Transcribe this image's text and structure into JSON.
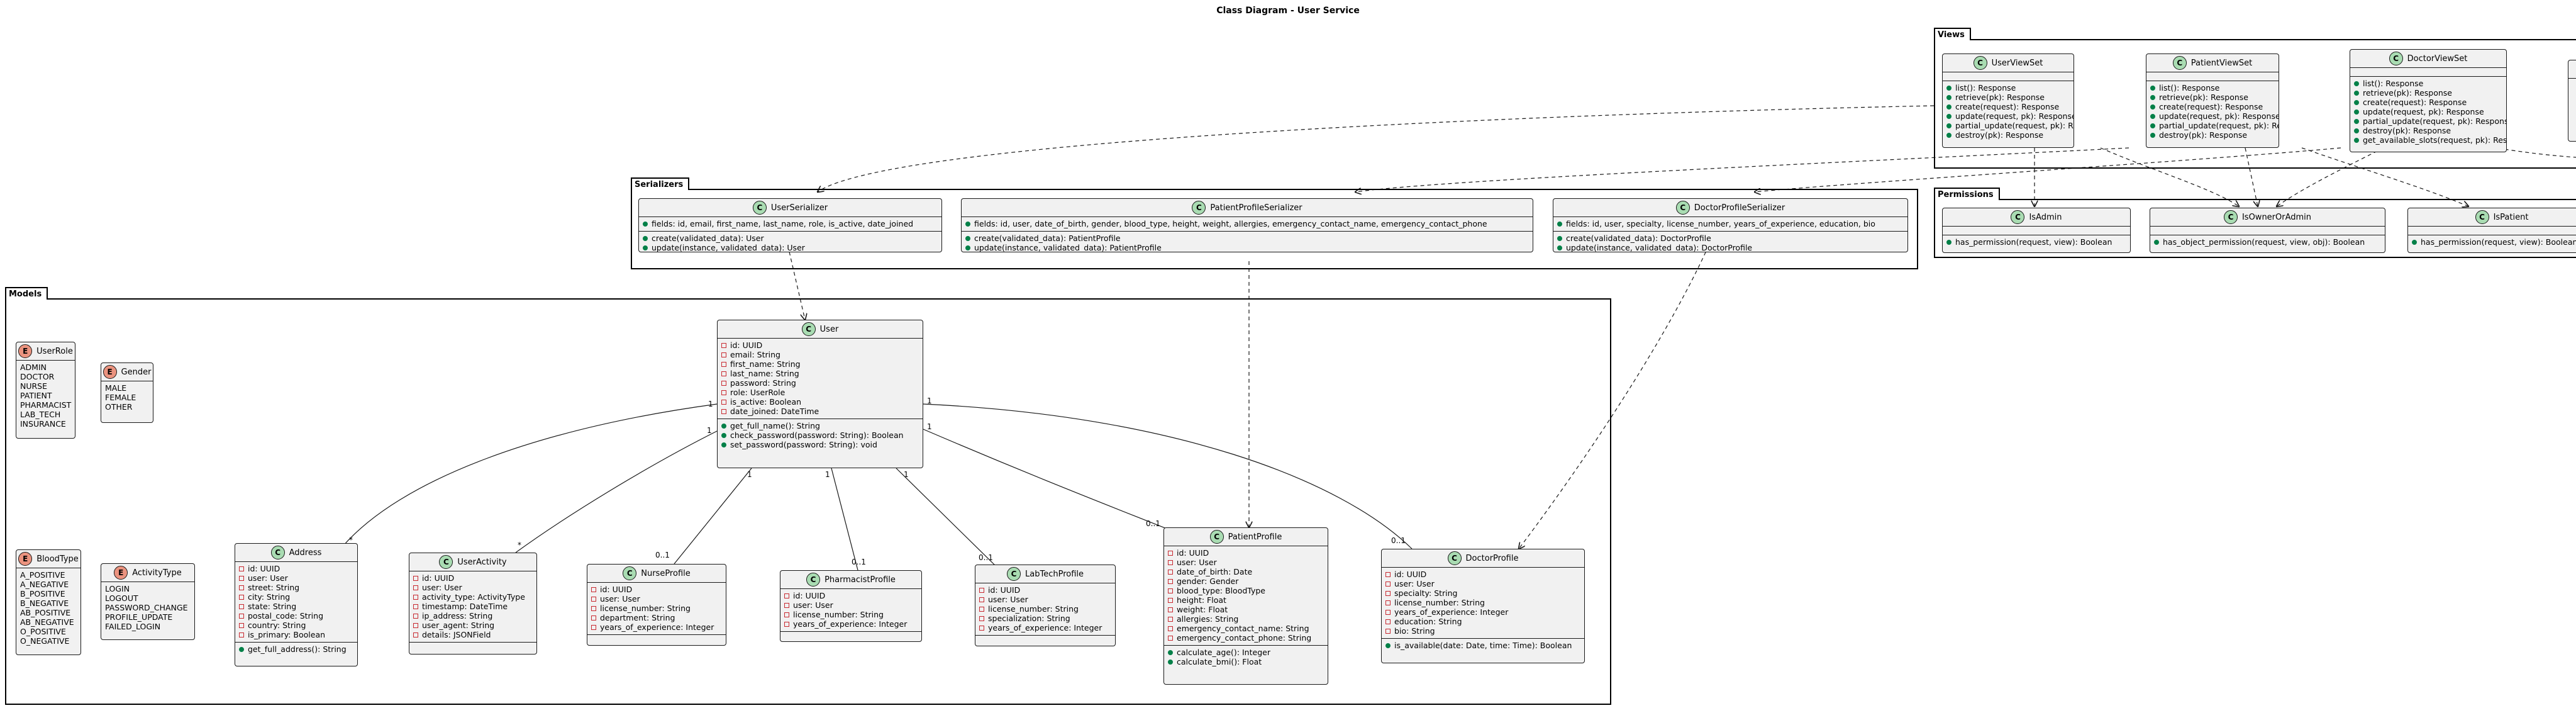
{
  "title": "Class Diagram - User Service",
  "packages": {
    "views": "Views",
    "serializers": "Serializers",
    "permissions": "Permissions",
    "models": "Models"
  },
  "classes": {
    "user_viewset": {
      "name": "UserViewSet",
      "methods": [
        "list(): Response",
        "retrieve(pk): Response",
        "create(request): Response",
        "update(request, pk): Response",
        "partial_update(request, pk): Response",
        "destroy(pk): Response"
      ]
    },
    "patient_viewset": {
      "name": "PatientViewSet",
      "methods": [
        "list(): Response",
        "retrieve(pk): Response",
        "create(request): Response",
        "update(request, pk): Response",
        "partial_update(request, pk): Response",
        "destroy(pk): Response"
      ]
    },
    "doctor_viewset": {
      "name": "DoctorViewSet",
      "methods": [
        "list(): Response",
        "retrieve(pk): Response",
        "create(request): Response",
        "update(request, pk): Response",
        "partial_update(request, pk): Response",
        "destroy(pk): Response",
        "get_available_slots(request, pk): Response"
      ]
    },
    "user_serializer": {
      "name": "UserSerializer",
      "fields": [
        "fields: id, email, first_name, last_name, role, is_active, date_joined"
      ],
      "methods": [
        "create(validated_data): User",
        "update(instance, validated_data): User"
      ]
    },
    "patient_profile_serializer": {
      "name": "PatientProfileSerializer",
      "fields": [
        "fields: id, user, date_of_birth, gender, blood_type, height, weight, allergies, emergency_contact_name, emergency_contact_phone"
      ],
      "methods": [
        "create(validated_data): PatientProfile",
        "update(instance, validated_data): PatientProfile"
      ]
    },
    "doctor_profile_serializer": {
      "name": "DoctorProfileSerializer",
      "fields": [
        "fields: id, user, specialty, license_number, years_of_experience, education, bio"
      ],
      "methods": [
        "create(validated_data): DoctorProfile",
        "update(instance, validated_data): DoctorProfile"
      ]
    },
    "is_admin": {
      "name": "IsAdmin",
      "methods": [
        "has_permission(request, view): Boolean"
      ]
    },
    "is_owner_or_admin": {
      "name": "IsOwnerOrAdmin",
      "methods": [
        "has_object_permission(request, view, obj): Boolean"
      ]
    },
    "is_patient": {
      "name": "IsPatient",
      "methods": [
        "has_permission(request, view): Boolean"
      ]
    },
    "user": {
      "name": "User",
      "fields": [
        "id: UUID",
        "email: String",
        "first_name: String",
        "last_name: String",
        "password: String",
        "role: UserRole",
        "is_active: Boolean",
        "date_joined: DateTime"
      ],
      "methods": [
        "get_full_name(): String",
        "check_password(password: String): Boolean",
        "set_password(password: String): void"
      ]
    },
    "address": {
      "name": "Address",
      "fields": [
        "id: UUID",
        "user: User",
        "street: String",
        "city: String",
        "state: String",
        "postal_code: String",
        "country: String",
        "is_primary: Boolean"
      ],
      "methods": [
        "get_full_address(): String"
      ]
    },
    "user_activity": {
      "name": "UserActivity",
      "fields": [
        "id: UUID",
        "user: User",
        "activity_type: ActivityType",
        "timestamp: DateTime",
        "ip_address: String",
        "user_agent: String",
        "details: JSONField"
      ],
      "methods": []
    },
    "nurse_profile": {
      "name": "NurseProfile",
      "fields": [
        "id: UUID",
        "user: User",
        "license_number: String",
        "department: String",
        "years_of_experience: Integer"
      ],
      "methods": []
    },
    "pharmacist_profile": {
      "name": "PharmacistProfile",
      "fields": [
        "id: UUID",
        "user: User",
        "license_number: String",
        "years_of_experience: Integer"
      ],
      "methods": []
    },
    "lab_tech_profile": {
      "name": "LabTechProfile",
      "fields": [
        "id: UUID",
        "user: User",
        "license_number: String",
        "specialization: String",
        "years_of_experience: Integer"
      ],
      "methods": []
    },
    "patient_profile": {
      "name": "PatientProfile",
      "fields": [
        "id: UUID",
        "user: User",
        "date_of_birth: Date",
        "gender: Gender",
        "blood_type: BloodType",
        "height: Float",
        "weight: Float",
        "allergies: String",
        "emergency_contact_name: String",
        "emergency_contact_phone: String"
      ],
      "methods": [
        "calculate_age(): Integer",
        "calculate_bmi(): Float"
      ]
    },
    "doctor_profile": {
      "name": "DoctorProfile",
      "fields": [
        "id: UUID",
        "user: User",
        "specialty: String",
        "license_number: String",
        "years_of_experience: Integer",
        "education: String",
        "bio: String"
      ],
      "methods": [
        "is_available(date: Date, time: Time): Boolean"
      ]
    }
  },
  "enums": {
    "user_role": {
      "name": "UserRole",
      "values": [
        "ADMIN",
        "DOCTOR",
        "NURSE",
        "PATIENT",
        "PHARMACIST",
        "LAB_TECH",
        "INSURANCE"
      ]
    },
    "gender": {
      "name": "Gender",
      "values": [
        "MALE",
        "FEMALE",
        "OTHER"
      ]
    },
    "blood_type": {
      "name": "BloodType",
      "values": [
        "A_POSITIVE",
        "A_NEGATIVE",
        "B_POSITIVE",
        "B_NEGATIVE",
        "AB_POSITIVE",
        "AB_NEGATIVE",
        "O_POSITIVE",
        "O_NEGATIVE"
      ]
    },
    "activity_type": {
      "name": "ActivityType",
      "values": [
        "LOGIN",
        "LOGOUT",
        "PASSWORD_CHANGE",
        "PROFILE_UPDATE",
        "FAILED_LOGIN"
      ]
    }
  },
  "multiplicities": {
    "one": "1",
    "many": "*",
    "zero_or_one": "0..1"
  },
  "colors": {
    "class_fill": "#f1f1f1",
    "class_badge": "#a9dcb2",
    "enum_badge": "#eb937f",
    "private_marker": "#c82930",
    "public_marker": "#038048"
  }
}
